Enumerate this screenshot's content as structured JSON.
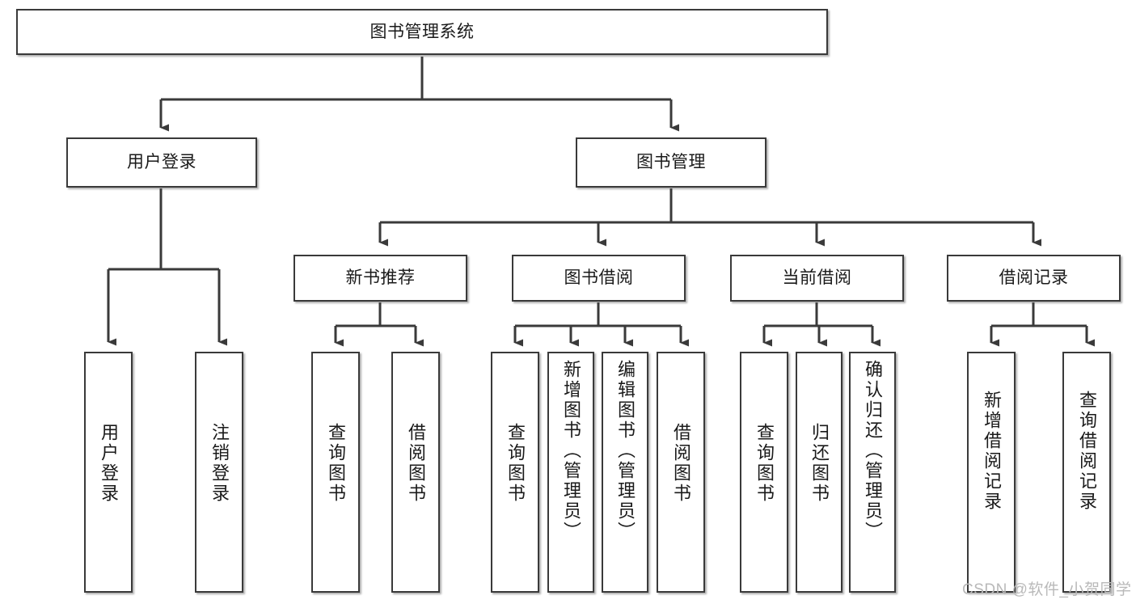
{
  "diagram": {
    "title_node": {
      "label": "图书管理系统"
    },
    "level1": [
      {
        "id": "user-login",
        "label": "用户登录"
      },
      {
        "id": "book-management",
        "label": "图书管理"
      }
    ],
    "level2": [
      {
        "id": "new-book-recommend",
        "label": "新书推荐"
      },
      {
        "id": "book-borrow",
        "label": "图书借阅"
      },
      {
        "id": "current-borrow",
        "label": "当前借阅"
      },
      {
        "id": "borrow-record",
        "label": "借阅记录"
      }
    ],
    "leaves": {
      "user_login": [
        {
          "id": "leaf-user-login",
          "label": "用户登录"
        },
        {
          "id": "leaf-logout-login",
          "label": "注销登录"
        }
      ],
      "new_book_recommend": [
        {
          "id": "leaf-query-book-1",
          "label": "查询图书"
        },
        {
          "id": "leaf-borrow-book-1",
          "label": "借阅图书"
        }
      ],
      "book_borrow": [
        {
          "id": "leaf-query-book-2",
          "label": "查询图书"
        },
        {
          "id": "leaf-add-book",
          "label": "新增图书（管理员）"
        },
        {
          "id": "leaf-edit-book",
          "label": "编辑图书（管理员）"
        },
        {
          "id": "leaf-borrow-book-2",
          "label": "借阅图书"
        }
      ],
      "current_borrow": [
        {
          "id": "leaf-query-book-3",
          "label": "查询图书"
        },
        {
          "id": "leaf-return-book",
          "label": "归还图书"
        },
        {
          "id": "leaf-confirm-return",
          "label": "确认归还（管理员）"
        }
      ],
      "borrow_record": [
        {
          "id": "leaf-add-record",
          "label": "新增借阅记录"
        },
        {
          "id": "leaf-query-record",
          "label": "查询借阅记录"
        }
      ]
    }
  },
  "watermark": {
    "text": "CSDN @软件_小贺同学"
  },
  "colors": {
    "box_border": "#3a3a3a",
    "box_fill": "#ffffff",
    "connector": "#3a3a3a",
    "text": "#1a1a1a",
    "watermark": "#b9b9b9"
  }
}
